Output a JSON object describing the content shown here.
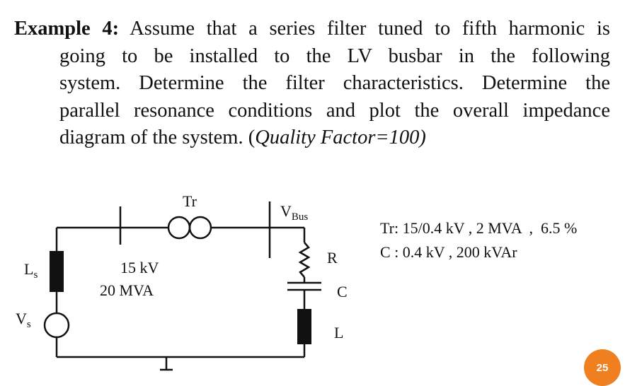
{
  "problem": {
    "label": "Example 4:",
    "line1": "Assume that a series filter tuned to fifth harmonic is",
    "line2": "going to be installed to the LV busbar in the following",
    "line3": "system. Determine the filter characteristics. Determine the",
    "line4": "parallel resonance conditions and plot the overall impedance",
    "line5_prefix": "diagram of the system. (",
    "line5_italic": "Quality Factor=100)"
  },
  "circuit": {
    "tr_label": "Tr",
    "vbus_main": "V",
    "vbus_sub": "Bus",
    "r_label": "R",
    "c_label": "C",
    "l_label": "L",
    "ls_main": "L",
    "ls_sub": "s",
    "vs_main": "V",
    "vs_sub": "s",
    "source_voltage": "15 kV",
    "source_power": "20 MVA"
  },
  "specs": {
    "tr": "Tr: 15/0.4 kV , 2 MVA  ,  6.5 %",
    "c": "C : 0.4 kV , 200 kVAr"
  },
  "page_number": "25"
}
